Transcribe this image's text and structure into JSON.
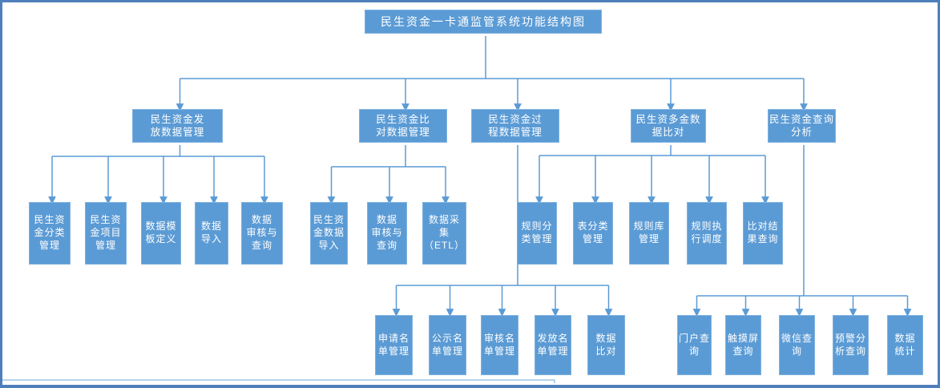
{
  "diagram": {
    "root": {
      "label": "民生资金一卡通监管系统功能结构图"
    },
    "branches": [
      {
        "label": "民生资金发\n放数据管理",
        "children": [
          {
            "label": "民生资\n金分类\n管理"
          },
          {
            "label": "民生资\n金项目\n管理"
          },
          {
            "label": "数据模\n板定义"
          },
          {
            "label": "数据\n导入"
          },
          {
            "label": "数据\n审核与\n查询"
          }
        ]
      },
      {
        "label": "民生资金比\n对数据管理",
        "children": [
          {
            "label": "民生资\n金数据\n导入"
          },
          {
            "label": "数据\n审核与\n查询"
          },
          {
            "label": "数据采\n集\n（ETL）"
          }
        ]
      },
      {
        "label": "民生资金过\n程数据管理",
        "children": [
          {
            "label": "申请名\n单管理"
          },
          {
            "label": "公示名\n单管理"
          },
          {
            "label": "审核名\n单管理"
          },
          {
            "label": "发放名\n单管理"
          },
          {
            "label": "数据\n比对"
          }
        ]
      },
      {
        "label": "民生资多金数\n据比对",
        "children": [
          {
            "label": "规则分\n类管理"
          },
          {
            "label": "表分类\n管理"
          },
          {
            "label": "规则库\n管理"
          },
          {
            "label": "规则执\n行调度"
          },
          {
            "label": "比对结\n果查询"
          }
        ]
      },
      {
        "label": "民生资金查询\n分析",
        "children": [
          {
            "label": "门户查\n询"
          },
          {
            "label": "触摸屏\n查询"
          },
          {
            "label": "微信查\n询"
          },
          {
            "label": "预警分\n析查询"
          },
          {
            "label": "数据\n统计"
          }
        ]
      }
    ],
    "colors": {
      "node_fill": "#5b9bd5",
      "node_border": "#7fb2e0",
      "node_text": "#ffffff",
      "connector": "#5b9bd5",
      "frame_border": "#4e7fba",
      "footer_line": "#9dc3e6",
      "background": "#ffffff"
    }
  }
}
